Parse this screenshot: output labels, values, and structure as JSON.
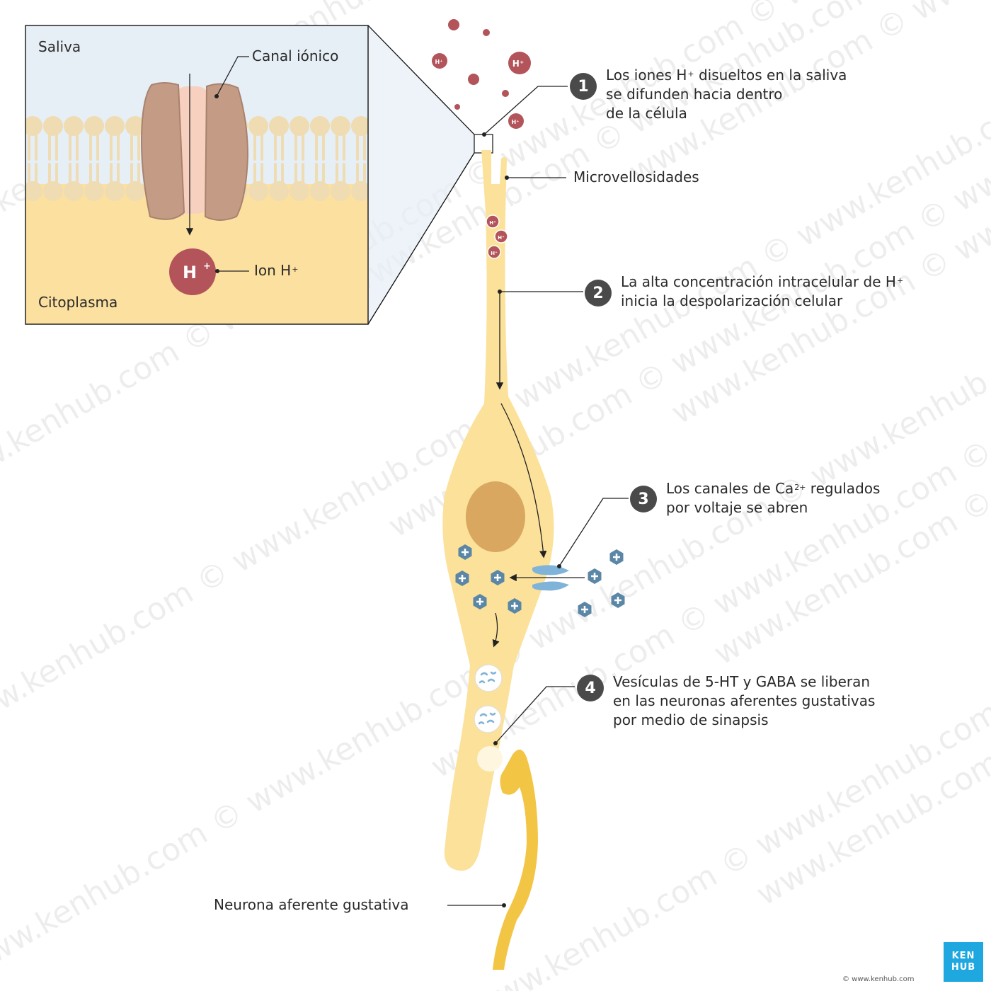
{
  "inset": {
    "saliva": "Saliva",
    "cytoplasm": "Citoplasma",
    "ion_channel": "Canal iónico",
    "ion_label_prefix": "Ion H",
    "ion_symbol": "H"
  },
  "labels": {
    "microvilli": "Microvellosidades",
    "afferent_neuron": "Neurona aferente gustativa"
  },
  "steps": [
    {
      "num": "1",
      "line1_a": "Los iones H",
      "line1_b": " disueltos en la saliva",
      "line2": "se difunden hacia dentro",
      "line3": "de la célula"
    },
    {
      "num": "2",
      "line1_a": "La alta concentración intracelular de H",
      "line2": "inicia la despolarización celular"
    },
    {
      "num": "3",
      "line1_a": "Los canales de Ca",
      "line1_sup": "2+",
      "line1_b": " regulados",
      "line2": "por voltaje se abren"
    },
    {
      "num": "4",
      "line1": "Vesículas de 5-HT y GABA se liberan",
      "line2": "en las neuronas aferentes gustativas",
      "line3": "por medio de sinapsis"
    }
  ],
  "logo": {
    "top": "KEN",
    "bottom": "HUB"
  },
  "copyright": "© www.kenhub.com",
  "watermark": "www.kenhub.com ©",
  "icons": [
    "hydrogen-ion-icon",
    "calcium-ion-icon",
    "vesicle-icon",
    "ion-channel-icon",
    "calcium-channel-icon"
  ],
  "colors": {
    "cell": "#fbe19a",
    "neuron": "#f3c545",
    "hion": "#b2545a",
    "calcium": "#5b87a6",
    "inset_bg": "#e6eef6",
    "channel": "#c39a83",
    "step_badge": "#4a4a4a",
    "logo": "#1fa8e0"
  }
}
